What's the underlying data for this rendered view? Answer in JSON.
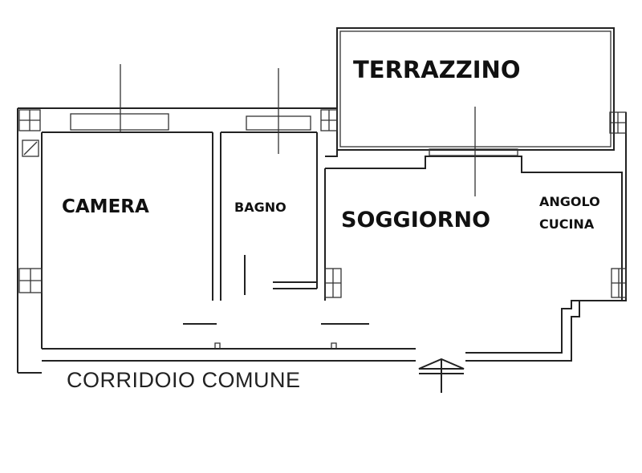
{
  "rooms": {
    "terrace": "TERRAZZINO",
    "bedroom": "CAMERA",
    "bathroom": "BAGNO",
    "living": "SOGGIORNO",
    "kitchen_line1": "ANGOLO",
    "kitchen_line2": "CUCINA"
  },
  "corridor": "CORRIDOIO COMUNE"
}
